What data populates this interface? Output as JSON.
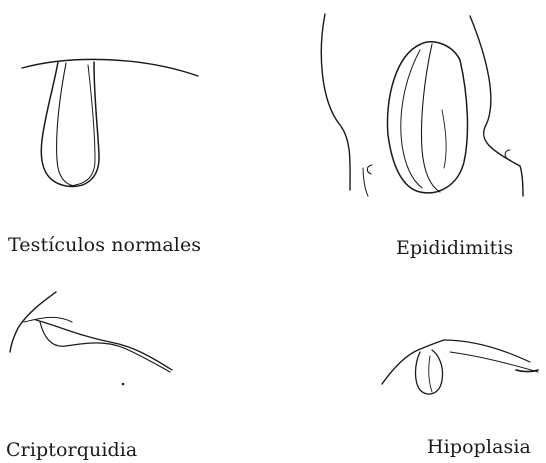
{
  "figure": {
    "panels": [
      {
        "id": "normal",
        "caption": "Testículos normales"
      },
      {
        "id": "epididimitis",
        "caption": "Epididimitis"
      },
      {
        "id": "criptorquidia",
        "caption": "Criptorquidia"
      },
      {
        "id": "hipoplasia",
        "caption": "Hipoplasia"
      }
    ],
    "line_color": "#1a1a1a"
  }
}
